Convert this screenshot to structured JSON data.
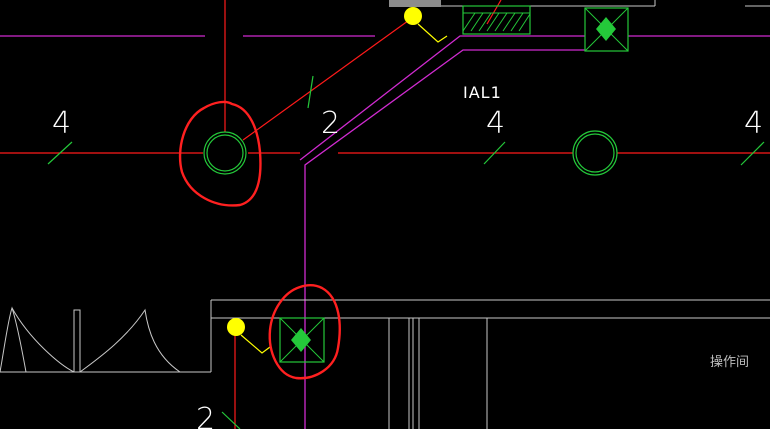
{
  "labels": {
    "circuit_top": "IAL1",
    "room_name": "操作间"
  },
  "circuit_numbers": {
    "left": "4",
    "middle": "2",
    "right_a": "4",
    "right_b": "4",
    "bottom": "2"
  },
  "colors": {
    "background": "#000000",
    "wire_red": "#ff1a1a",
    "wire_magenta": "#d02bd0",
    "fixture_green": "#24c83a",
    "markup_red": "#ff2020",
    "wall_white": "#c8c8c8",
    "switch_yellow": "#ffff00"
  },
  "icons": {
    "ceiling_light": "circle-light-icon",
    "emergency_light": "diamond-emergency-light-icon",
    "switch": "yellow-dot-switch-icon",
    "hatch_panel": "hatched-distribution-box-icon"
  }
}
